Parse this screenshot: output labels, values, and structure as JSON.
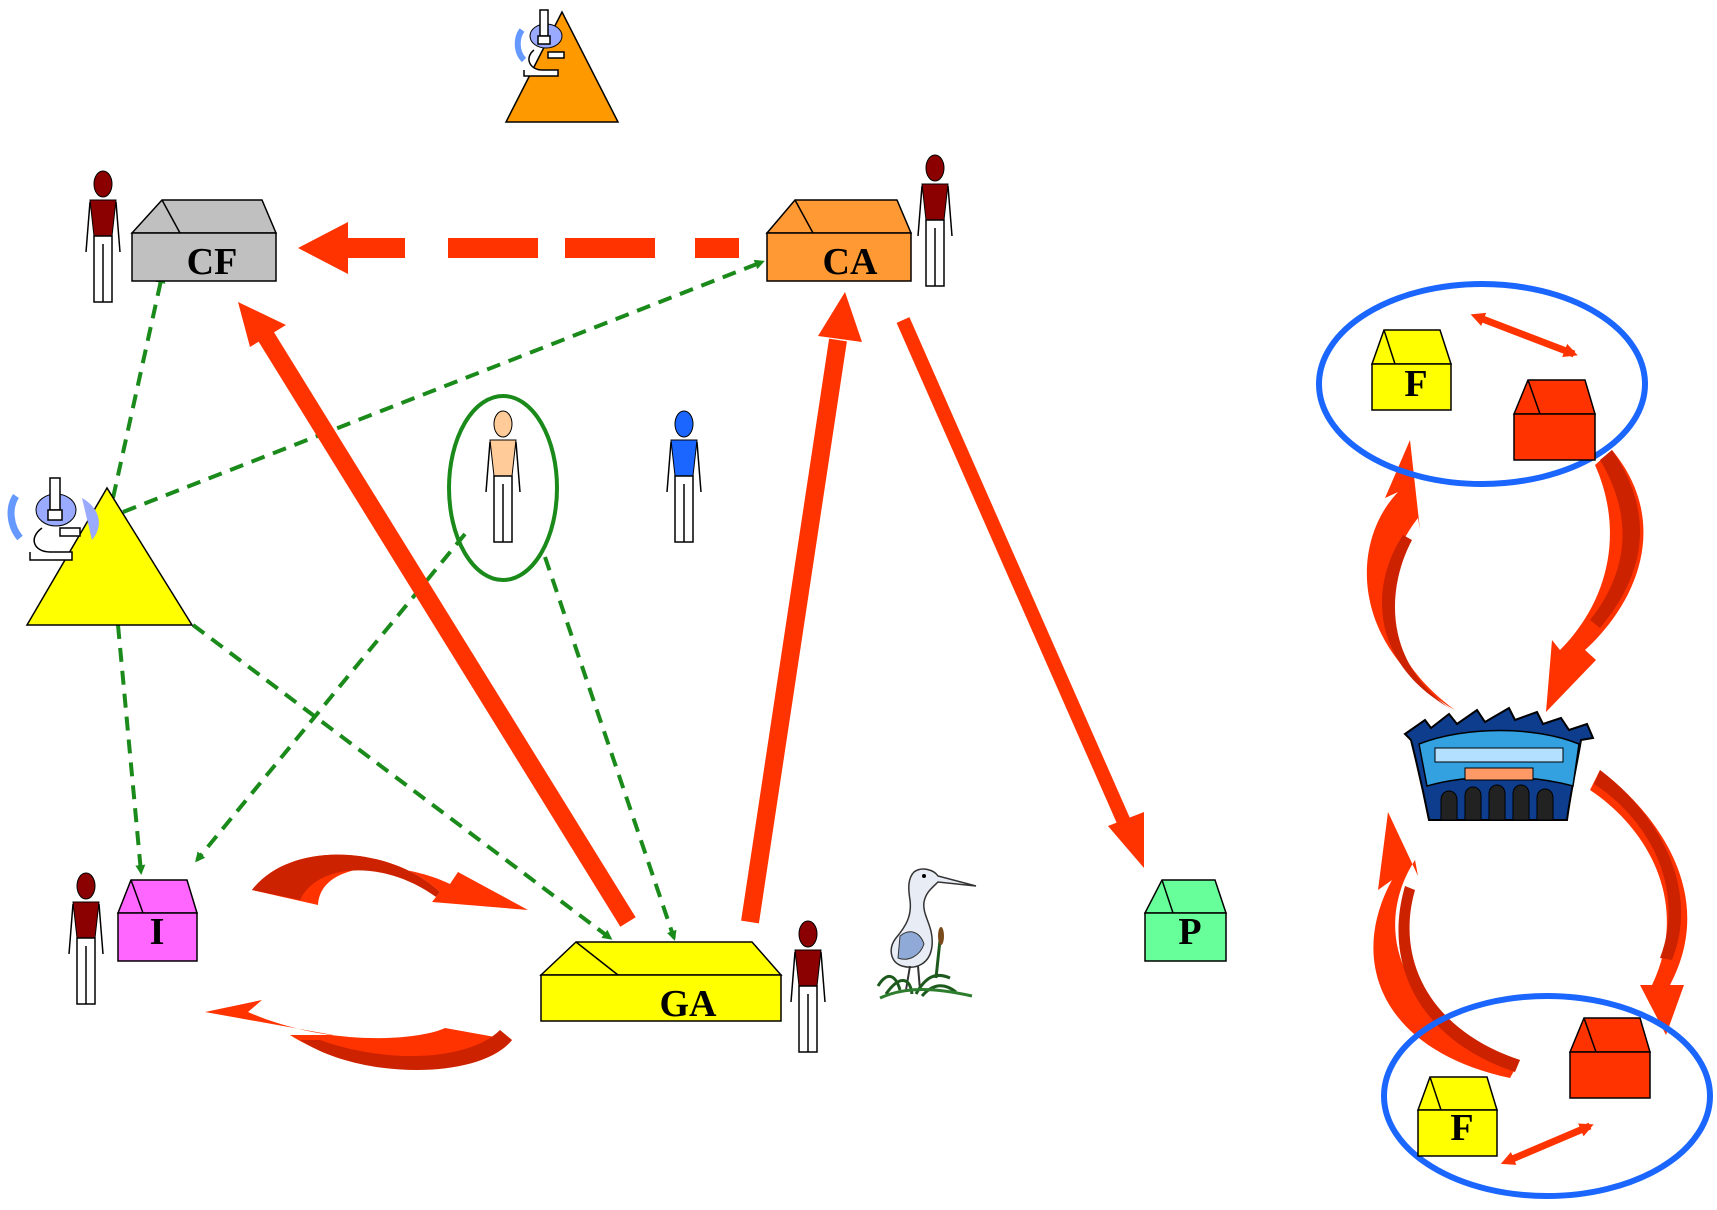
{
  "nodes": {
    "cf": {
      "label": "CF",
      "color": "#c0c0c0"
    },
    "ca": {
      "label": "CA",
      "color": "#ff9933"
    },
    "i": {
      "label": "I",
      "color": "#ff66ff"
    },
    "ga": {
      "label": "GA",
      "color": "#ffff00"
    },
    "p": {
      "label": "P",
      "color": "#66ff99"
    },
    "f_top": {
      "label": "F",
      "color": "#ffff00"
    },
    "f_bottom": {
      "label": "F",
      "color": "#ffff00"
    }
  },
  "colors": {
    "red_arrow": "#ff3300",
    "dark_red": "#cc2200",
    "green_dashed": "#1a8a1a",
    "blue_ellipse": "#1a66ff",
    "orange_triangle": "#ff9900",
    "yellow_triangle": "#ffff00",
    "red_house": "#ff3300"
  },
  "icons": [
    "microscope-icon",
    "person-icon",
    "heron-icon",
    "stadium-icon",
    "house-icon"
  ]
}
